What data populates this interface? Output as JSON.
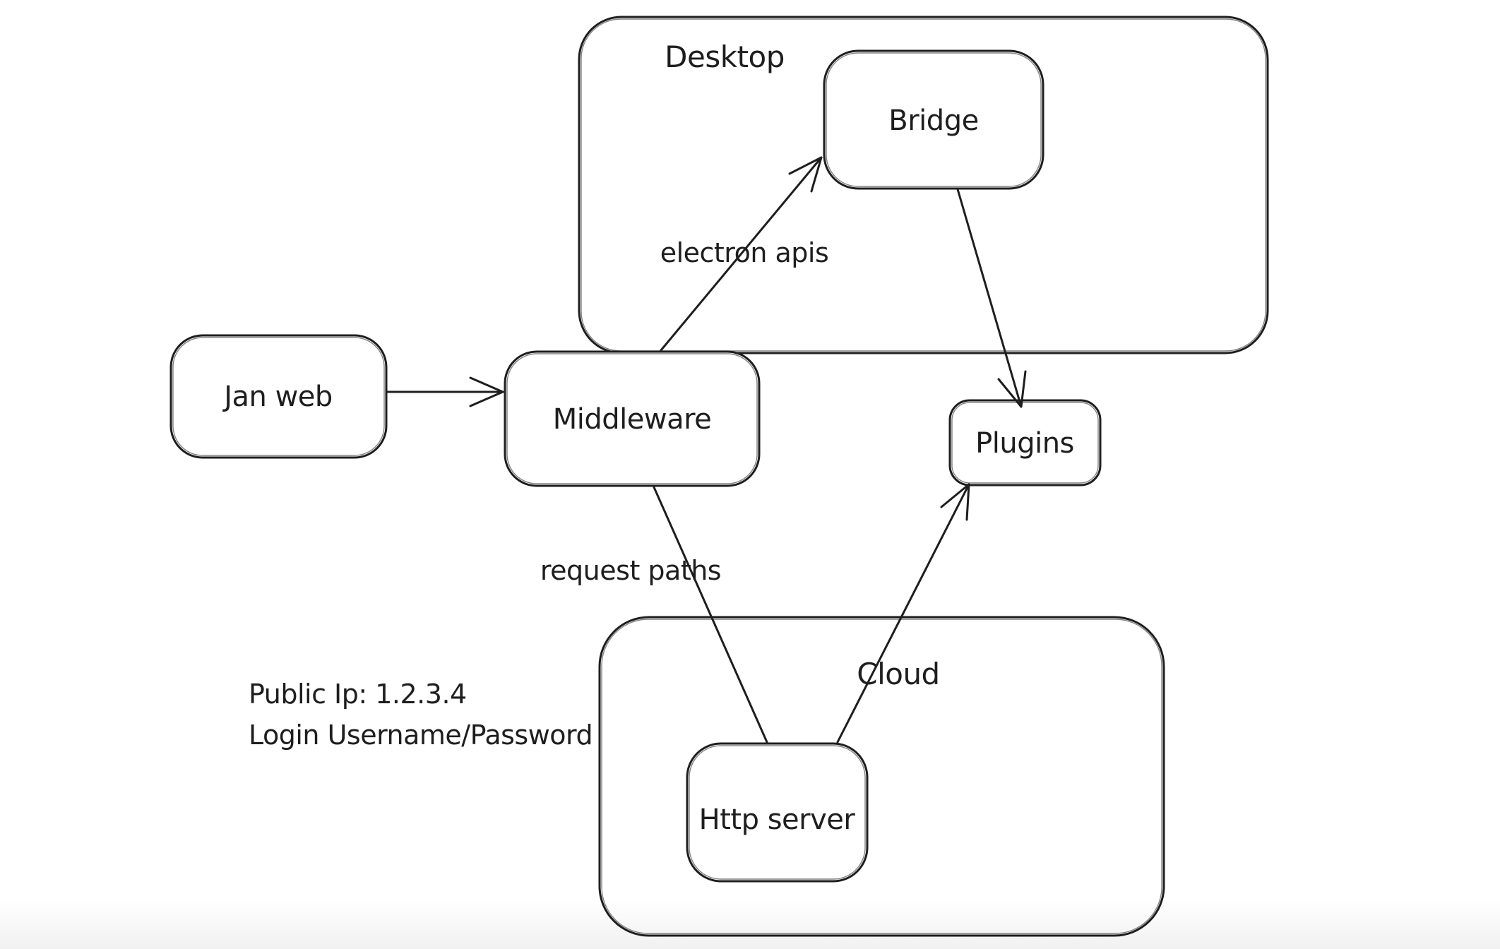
{
  "app": {
    "type": "whiteboard-diagram",
    "background_color": "#ffffff",
    "ink_color": "#1e1e1e"
  },
  "diagram": {
    "containers": [
      {
        "id": "desktop",
        "label": "Desktop"
      },
      {
        "id": "cloud",
        "label": "Cloud"
      }
    ],
    "nodes": [
      {
        "id": "jan-web",
        "label": "Jan web"
      },
      {
        "id": "middleware",
        "label": "Middleware"
      },
      {
        "id": "bridge",
        "label": "Bridge",
        "inside": "desktop"
      },
      {
        "id": "plugins",
        "label": "Plugins"
      },
      {
        "id": "http-server",
        "label": "Http server",
        "inside": "cloud"
      }
    ],
    "edges": [
      {
        "from": "jan-web",
        "to": "middleware",
        "label": "",
        "arrowhead": true
      },
      {
        "from": "middleware",
        "to": "bridge",
        "label": "electron apis",
        "arrowhead": true
      },
      {
        "from": "bridge",
        "to": "plugins",
        "label": "",
        "arrowhead": true
      },
      {
        "from": "middleware",
        "to": "http-server",
        "label": "request paths",
        "arrowhead": false
      },
      {
        "from": "http-server",
        "to": "plugins",
        "label": "",
        "arrowhead": true
      }
    ],
    "notes": [
      "Public Ip: 1.2.3.4",
      "Login Username/Password"
    ]
  }
}
